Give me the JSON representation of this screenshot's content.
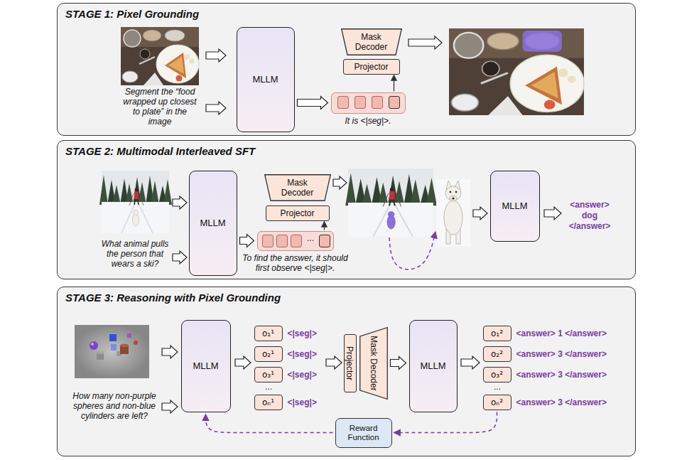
{
  "diagram": {
    "nodes": [
      {
        "text": [
          "STAGE 1: Pixel Grounding"
        ]
      },
      {
        "text": [
          "MLLM"
        ],
        "in": 0
      },
      {
        "text": [
          "Mask Decoder"
        ],
        "in": 0
      },
      {
        "text": [
          "Projector"
        ],
        "in": 0
      },
      {
        "text": [
          "It is <|seg|>."
        ],
        "in": 0
      },
      {
        "text": [
          "STAGE 2: Multimodal Interleaved SFT"
        ]
      },
      {
        "text": [
          "MLLM"
        ],
        "in": 5
      },
      {
        "text": [
          "Mask Decoder"
        ],
        "in": 5
      },
      {
        "text": [
          "Projector"
        ],
        "in": 5
      },
      {
        "text": [
          "To find the answer, it should first observe <|seg|>."
        ],
        "in": 5
      },
      {
        "text": [
          "MLLM"
        ],
        "in": 5
      },
      {
        "text": [
          "STAGE 3: Reasoning with Pixel Grounding"
        ]
      },
      {
        "text": [
          "MLLM"
        ],
        "in": 11
      },
      {
        "text": [
          "o₁¹",
          "<|seg|>"
        ],
        "in": 11
      },
      {
        "text": [
          "o₂¹",
          "<|seg|>"
        ],
        "in": 11
      },
      {
        "text": [
          "o₃¹",
          "<|seg|>"
        ],
        "in": 11
      },
      {
        "text": [
          "oₙ¹",
          "<|seg|>"
        ],
        "in": 11
      },
      {
        "text": [
          "Projector"
        ],
        "in": 11
      },
      {
        "text": [
          "Mask Decoder"
        ],
        "in": 11
      },
      {
        "text": [
          "MLLM"
        ],
        "in": 11
      },
      {
        "text": [
          "o₁²",
          "<answer> 1 </answer>"
        ],
        "in": 11
      },
      {
        "text": [
          "o₂²",
          "<answer> 3 </answer>"
        ],
        "in": 11
      },
      {
        "text": [
          "o₃²",
          "<answer> 3 </answer>"
        ],
        "in": 11
      },
      {
        "text": [
          "oₙ²",
          "<answer> 3 </answer>"
        ],
        "in": 11
      },
      {
        "text": [
          "Reward Function"
        ],
        "in": 11
      }
    ],
    "edges": [
      {
        "from": 1,
        "to": 4,
        "arrow": "to"
      },
      {
        "from": 4,
        "to": 3,
        "arrow": "to"
      },
      {
        "from": 6,
        "to": 9,
        "arrow": "to"
      },
      {
        "from": 9,
        "to": 8,
        "arrow": "to"
      },
      {
        "from": 18,
        "to": 19,
        "arrow": "to"
      },
      {
        "from": 23,
        "to": 24,
        "arrow": "to"
      },
      {
        "from": 24,
        "to": 12,
        "arrow": "to"
      }
    ],
    "labels": [
      "Segment the “food wrapped up closest to plate” in the image",
      "What animal pulls the person that wears a ski?",
      "...",
      "<answer> dog </answer>",
      "How many non-purple spheres and non-blue cylinders are left?",
      "...",
      "..."
    ]
  }
}
